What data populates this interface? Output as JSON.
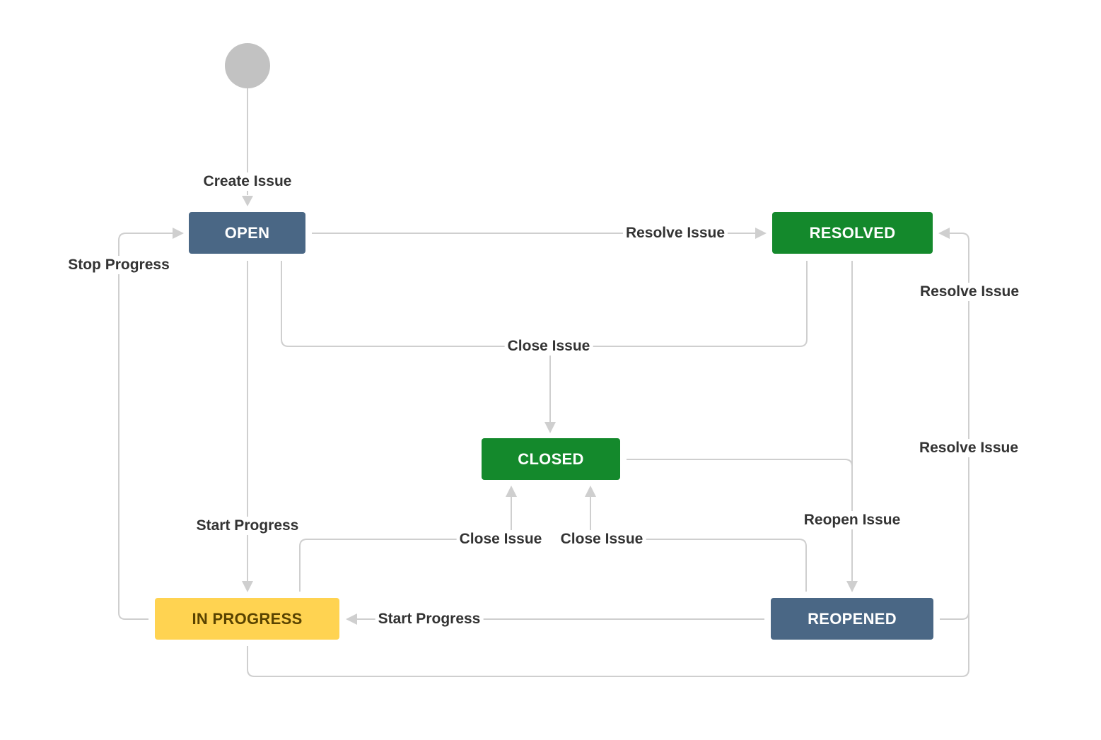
{
  "diagram": {
    "colors": {
      "open": "#4a6785",
      "resolved": "#14892c",
      "closed": "#14892c",
      "in_progress": "#ffd351",
      "in_progress_text": "#594300",
      "reopened": "#4a6785",
      "edge": "#cfcfcf",
      "start_node": "#c2c2c2"
    },
    "statuses": {
      "open": "OPEN",
      "resolved": "RESOLVED",
      "closed": "CLOSED",
      "in_progress": "IN PROGRESS",
      "reopened": "REOPENED"
    },
    "transitions": {
      "create_issue": "Create Issue",
      "resolve_open": "Resolve Issue",
      "stop_progress": "Stop Progress",
      "close_from_open_resolved": "Close Issue",
      "resolve_from_reopened": "Resolve Issue",
      "resolve_from_inprogress": "Resolve Issue",
      "reopen_issue": "Reopen Issue",
      "start_progress_open": "Start Progress",
      "close_from_inprogress": "Close Issue",
      "close_from_reopened": "Close Issue",
      "start_progress_reopened": "Start Progress"
    }
  }
}
